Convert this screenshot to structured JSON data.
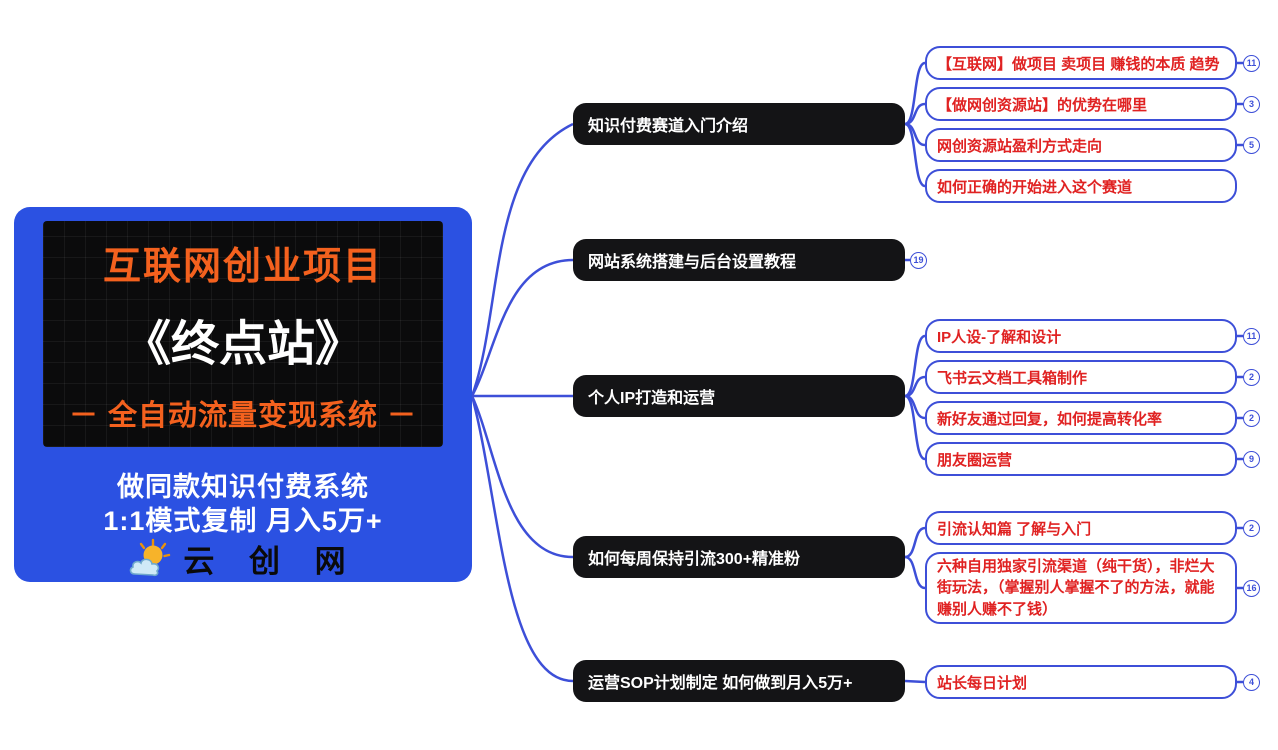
{
  "root": {
    "poster": {
      "title": "互联网创业项目",
      "book_title": "《终点站》",
      "tagline": "－ 全自动流量变现系统 －"
    },
    "caption_line1": "做同款知识付费系统",
    "caption_line2": "1:1模式复制  月入5万+",
    "brand": "云 创 网",
    "brand_icon": "sun-cloud-icon"
  },
  "colors": {
    "card_blue": "#2b51e2",
    "connector_blue": "#3d4fd8",
    "topic_black": "#141416",
    "subtopic_red": "#e02222",
    "poster_orange": "#f4611e"
  },
  "branches": [
    {
      "label": "知识付费赛道入门介绍",
      "children": [
        {
          "label": "【互联网】做项目 卖项目 赚钱的本质 趋势",
          "badge": "11"
        },
        {
          "label": "【做网创资源站】的优势在哪里",
          "badge": "3"
        },
        {
          "label": "网创资源站盈利方式走向",
          "badge": "5"
        },
        {
          "label": "如何正确的开始进入这个赛道"
        }
      ]
    },
    {
      "label": "网站系统搭建与后台设置教程",
      "badge": "19",
      "children": []
    },
    {
      "label": "个人IP打造和运营",
      "children": [
        {
          "label": "IP人设-了解和设计",
          "badge": "11"
        },
        {
          "label": "飞书云文档工具箱制作",
          "badge": "2"
        },
        {
          "label": "新好友通过回复，如何提高转化率",
          "badge": "2"
        },
        {
          "label": "朋友圈运营",
          "badge": "9"
        }
      ]
    },
    {
      "label": "如何每周保持引流300+精准粉",
      "children": [
        {
          "label": "引流认知篇 了解与入门",
          "badge": "2"
        },
        {
          "label": "六种自用独家引流渠道（纯干货），非烂大街玩法，（掌握别人掌握不了的方法，就能赚别人赚不了钱）",
          "badge": "16"
        }
      ]
    },
    {
      "label": "运营SOP计划制定 如何做到月入5万+",
      "children": [
        {
          "label": "站长每日计划",
          "badge": "4"
        }
      ]
    }
  ]
}
